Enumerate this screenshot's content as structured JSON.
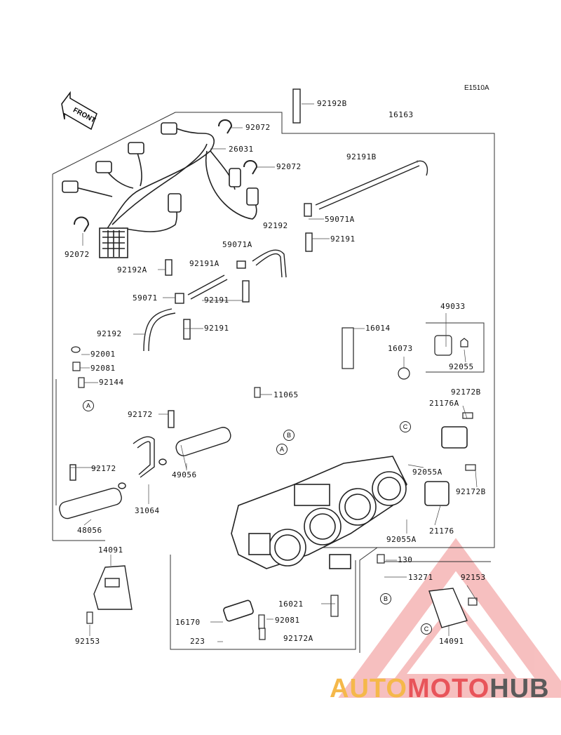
{
  "diagram_code": "E1510A",
  "front_label": "FRONT",
  "parts": [
    "92192B",
    "16163",
    "92072",
    "26031",
    "92072",
    "92191B",
    "59071A",
    "92191",
    "92192",
    "59071A",
    "92072",
    "92192A",
    "92191A",
    "59071",
    "92191",
    "92191",
    "92192",
    "16014",
    "49033",
    "16073",
    "92055",
    "92001",
    "92081",
    "92144",
    "11065",
    "92172B",
    "21176A",
    "92172",
    "49056",
    "92172",
    "31064",
    "92055A",
    "92172B",
    "48056",
    "21176",
    "92055A",
    "14091",
    "130",
    "13271",
    "92153",
    "16021",
    "16170",
    "92081",
    "223",
    "92172A",
    "92153",
    "14091"
  ],
  "refs": [
    "A",
    "A",
    "B",
    "B",
    "C",
    "C"
  ],
  "watermark": {
    "auto": "AUTO",
    "moto": "MOTO",
    "hub": "HUB",
    "colors": {
      "auto": "#f5b84a",
      "moto": "#e8545a",
      "hub": "#5a5a5a",
      "triangle": "#e84a4a"
    }
  }
}
